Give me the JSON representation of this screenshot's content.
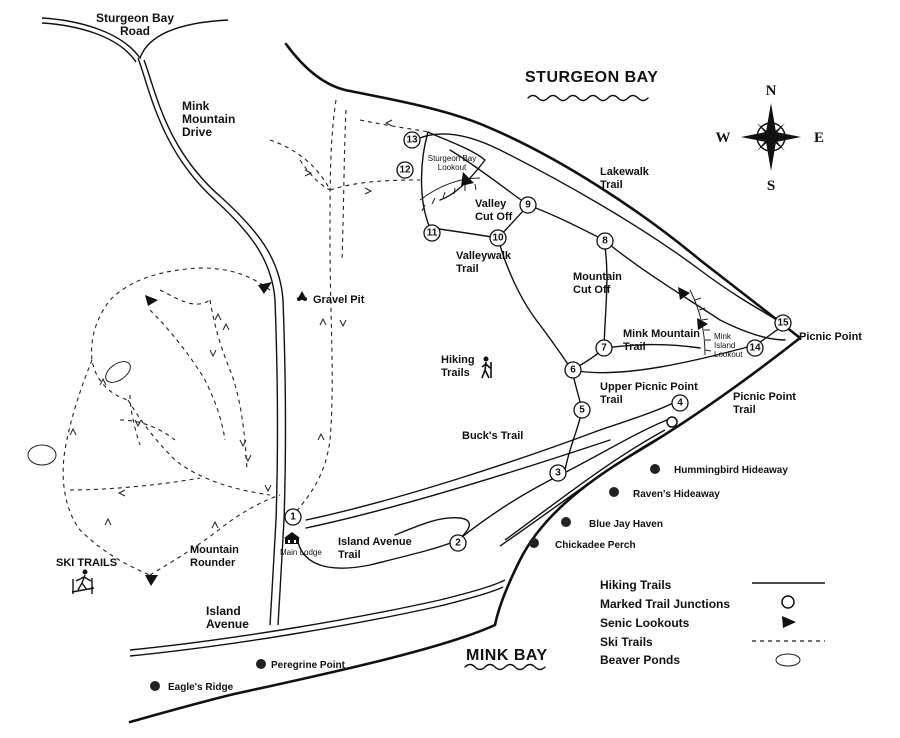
{
  "colors": {
    "ink": "#111111",
    "paper": "#ffffff"
  },
  "roads": {
    "sturgeon_bay_road": "Sturgeon Bay\nRoad",
    "mink_mountain_drive": "Mink\nMountain\nDrive",
    "island_avenue": "Island\nAvenue"
  },
  "water": {
    "sturgeon_bay": "STURGEON BAY",
    "mink_bay": "MINK BAY"
  },
  "compass": {
    "n": "N",
    "s": "S",
    "e": "E",
    "w": "W"
  },
  "trails": {
    "lakewalk": "Lakewalk\nTrail",
    "valley_cut_off": "Valley\nCut Off",
    "valleywalk": "Valleywalk\nTrail",
    "mountain_cut_off": "Mountain\nCut Off",
    "mink_mountain": "Mink Mountain\nTrail",
    "upper_picnic_point": "Upper Picnic Point\nTrail",
    "picnic_point_trail": "Picnic Point\nTrail",
    "bucks": "Buck's Trail",
    "island_avenue_trail": "Island Avenue\nTrail",
    "mountain_rounder": "Mountain\nRounder"
  },
  "places": {
    "gravel_pit": "Gravel Pit",
    "hiking_trails": "Hiking\nTrails",
    "ski_trails": "SKI TRAILS",
    "picnic_point": "Picnic Point",
    "main_lodge": "Main Lodge",
    "sturgeon_bay_lookout": "Sturgeon Bay\nLookout",
    "mink_island_lookout": "Mink\nIsland\nLookout",
    "hummingbird": "Hummingbird Hideaway",
    "ravens": "Raven's Hideaway",
    "blue_jay": "Blue Jay Haven",
    "chickadee": "Chickadee Perch",
    "peregrine": "Peregrine Point",
    "eagles": "Eagle's Ridge"
  },
  "junctions": [
    "1",
    "2",
    "3",
    "4",
    "5",
    "6",
    "7",
    "8",
    "9",
    "10",
    "11",
    "12",
    "13",
    "14",
    "15"
  ],
  "legend": {
    "hiking": "Hiking Trails",
    "junctions": "Marked Trail Junctions",
    "lookouts": "Senic Lookouts",
    "ski": "Ski Trails",
    "ponds": "Beaver Ponds"
  }
}
